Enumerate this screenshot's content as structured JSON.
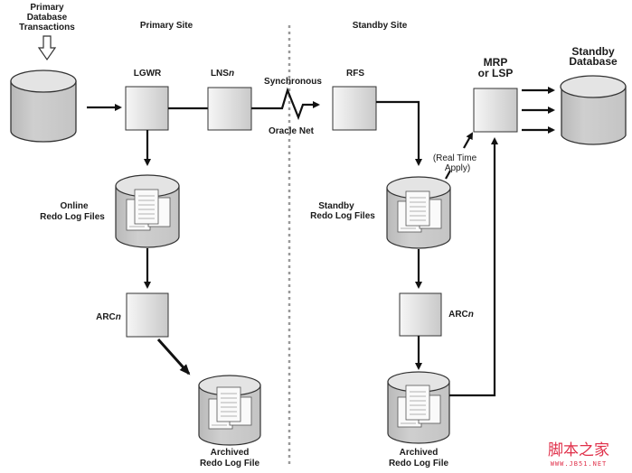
{
  "diagram": {
    "title": "Data Guard Redo Transport and Apply",
    "sites": {
      "primary": "Primary Site",
      "standby": "Standby Site"
    },
    "primary": {
      "transactions_label_lines": [
        "Primary",
        "Database",
        "Transactions"
      ],
      "lgwr": "LGWR",
      "lns": {
        "base": "LNS",
        "suffix": "n"
      },
      "online_redo_lines": [
        "Online",
        "Redo Log Files"
      ],
      "arc": {
        "base": "ARC",
        "suffix": "n"
      },
      "archived_lines": [
        "Archived",
        "Redo Log File"
      ]
    },
    "network": {
      "mode": "Synchronous",
      "transport": "Oracle Net"
    },
    "standby": {
      "rfs": "RFS",
      "standby_redo_lines": [
        "Standby",
        "Redo Log Files"
      ],
      "real_time_apply_lines": [
        "(Real Time",
        "Apply)"
      ],
      "mrp_lines": [
        "MRP",
        "or LSP"
      ],
      "standby_db_lines": [
        "Standby",
        "Database"
      ],
      "arc": {
        "base": "ARC",
        "suffix": "n"
      },
      "archived_lines": [
        "Archived",
        "Redo Log File"
      ]
    },
    "icons": {
      "database": "database-cylinder-icon",
      "log_files": "log-files-cylinder-icon",
      "process": "process-box-icon",
      "input_arrow": "hollow-down-arrow-icon",
      "network_link": "lightning-zigzag-icon"
    }
  },
  "watermark": {
    "text": "脚本之家",
    "url": "WWW.JB51.NET",
    "color": "#e0304a"
  }
}
